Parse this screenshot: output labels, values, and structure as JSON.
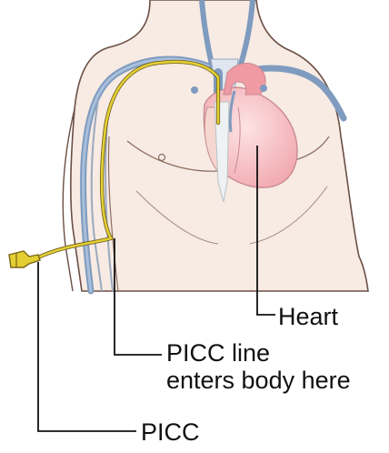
{
  "labels": {
    "heart": "Heart",
    "picc_line_entry_line1": "PICC line",
    "picc_line_entry_line2": "enters body here",
    "picc": "PICC"
  },
  "colors": {
    "skin": "#f6e8df",
    "outline": "#6b4f45",
    "vein": "#7f9bbf",
    "heart": "#f3b5b9",
    "catheter": "#e3cf34",
    "pointer_line": "#111111"
  }
}
